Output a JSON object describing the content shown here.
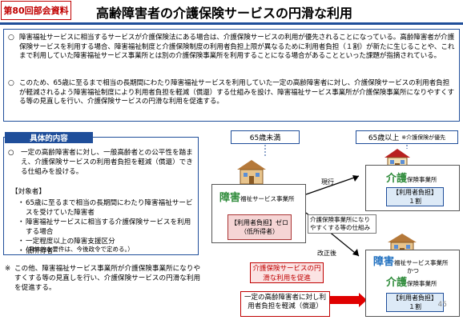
{
  "header": {
    "tag": "第80回部会資料",
    "title": "高齢障害者の介護保険サービスの円滑な利用"
  },
  "top": {
    "bullet1": "障害福祉サービスに相当するサービスが介護保険法にある場合は、介護保険サービスの利用が優先されることになっている。高齢障害者が介護保険サービスを利用する場合、障害福祉制度と介護保険制度の利用者負担上限が異なるために利用者負担（１割）が新たに生じることや、これまで利用していた障害福祉サービス事業所とは別の介護保険事業所を利用することになる場合があることといった課題が指摘されている。",
    "bullet2": "このため、65歳に至るまで相当の長期間にわたり障害福祉サービスを利用していた一定の高齢障害者に対し、介護保険サービスの利用者負担が軽減されるよう障害福祉制度により利用者負担を軽減（償還）する仕組みを設け、障害福祉サービス事業所が介護保険事業所になりやすくする等の見直しを行い、介護保険サービスの円滑な利用を促進する。"
  },
  "left": {
    "heading": "具体的内容",
    "item1": "一定の高齢障害者に対し、一般高齢者との公平性を踏まえ、介護保険サービスの利用者負担を軽減（償還）できる仕組みを設ける。",
    "target_heading": "【対象者】",
    "targets": [
      "65歳に至るまで相当の長期間にわたり障害福祉サービスを受けていた障害者",
      "障害福祉サービスに相当する介護保険サービスを利用する場合",
      "一定程度以上の障害支援区分",
      "低所得者"
    ],
    "target_note": "（具体的な要件は、今後政令で定める。）",
    "footnote": "この他、障害福祉サービス事業所が介護保険事業所になりやすくする等の見直しを行い、介護保険サービスの円滑な利用を促進する。"
  },
  "right": {
    "age_under": "65歳未満",
    "age_over": "65歳以上",
    "age_over_note": "※介護保険が優先",
    "shogai_big": "障害",
    "shogai_rest": "福祉サービス事業所",
    "shogai_cost": "【利用者負担】ゼロ　（低所得者）",
    "current_label": "現行",
    "kaigo_big": "介護",
    "kaigo_rest": "保険事業所",
    "kaigo_cost_1": "【利用者負担】",
    "kaigo_cost_2": "１割",
    "reform_label": "改正後",
    "mid_note": "介護保険事業所になりやすくする等の仕組み",
    "promote_note": "介護保険サービスの円滑な利用を促進",
    "both_big1": "障害",
    "both_rest1": "福祉サービス事業所",
    "both_kanji": "かつ",
    "both_big2": "介護",
    "both_rest2": "保険事業所",
    "both_cost_1": "【利用者負担】",
    "both_cost_2": "１割",
    "reduce_note": "一定の高齢障害者に対し利用者負担を軽減（償還）"
  },
  "page_number": "45"
}
